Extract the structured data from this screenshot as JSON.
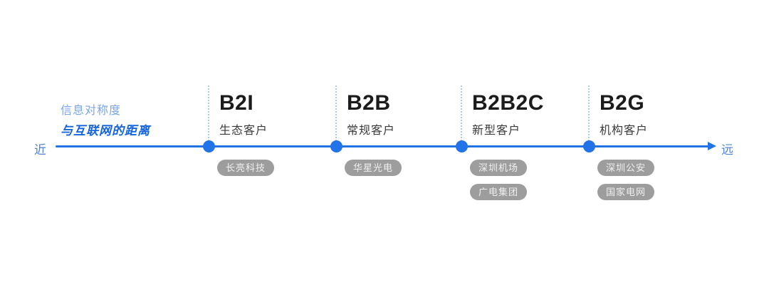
{
  "axis": {
    "title_line1": "信息对称度",
    "title_line2": "与互联网的距离",
    "near_label": "近",
    "far_label": "远"
  },
  "stations": [
    {
      "code": "B2I",
      "type": "生态客户",
      "examples": [
        "长亮科技"
      ]
    },
    {
      "code": "B2B",
      "type": "常规客户",
      "examples": [
        "华星光电"
      ]
    },
    {
      "code": "B2B2C",
      "type": "新型客户",
      "examples": [
        "深圳机场",
        "广电集团"
      ]
    },
    {
      "code": "B2G",
      "type": "机构客户",
      "examples": [
        "深圳公安",
        "国家电网"
      ]
    }
  ],
  "colors": {
    "axis_blue": "#2273e8",
    "near_far_blue": "#4f82d8",
    "title_light_blue": "#7aa6e9",
    "title_bold_blue": "#1463df",
    "guide_line_gray": "#aecbe8",
    "pill_gray": "#9d9d9d",
    "heading_dark": "#1b1b1b",
    "subheading_gray": "#3a3a3a"
  }
}
